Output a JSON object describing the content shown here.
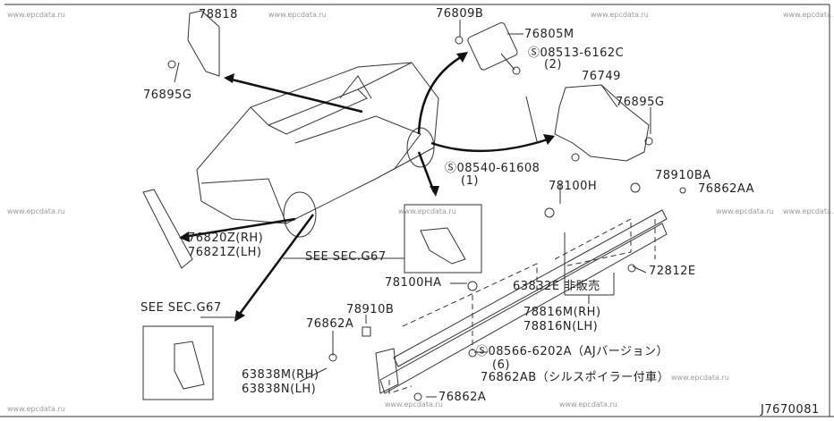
{
  "watermark": "www.epcdata.ru",
  "diagram_id": "J7670081",
  "labels": {
    "p78818": "78818",
    "p76895G_a": "76895G",
    "p76809B": "76809B",
    "p76805M": "76805M",
    "p08513": "Ⓢ08513-6162C",
    "p08513_qty": "(2)",
    "p76749": "76749",
    "p76895G_b": "76895G",
    "p08540": "Ⓢ08540-61608",
    "p08540_qty": "(1)",
    "p78910BA": "78910BA",
    "p78100H": "78100H",
    "p76862AA": "76862AA",
    "p76820Z": "76820Z(RH)",
    "p76821Z": "76821Z(LH)",
    "see_sec_a": "SEE SEC.G67",
    "p72812E": "72812E",
    "p78100HA": "78100HA",
    "p63832E": "63832E 非販売",
    "p78816M": "78816M(RH)",
    "p78816N": "78816N(LH)",
    "see_sec_b": "SEE SEC.G67",
    "p78910B": "78910B",
    "p76862A_a": "76862A",
    "p08566": "Ⓢ08566-6202A（AJバージョン）",
    "p08566_qty": "(6)",
    "p76862AB": "76862AB（シルスポイラー付車）",
    "p63838M": "63838M(RH)",
    "p63838N": "63838N(LH)",
    "p76862A_b": "76862A"
  }
}
